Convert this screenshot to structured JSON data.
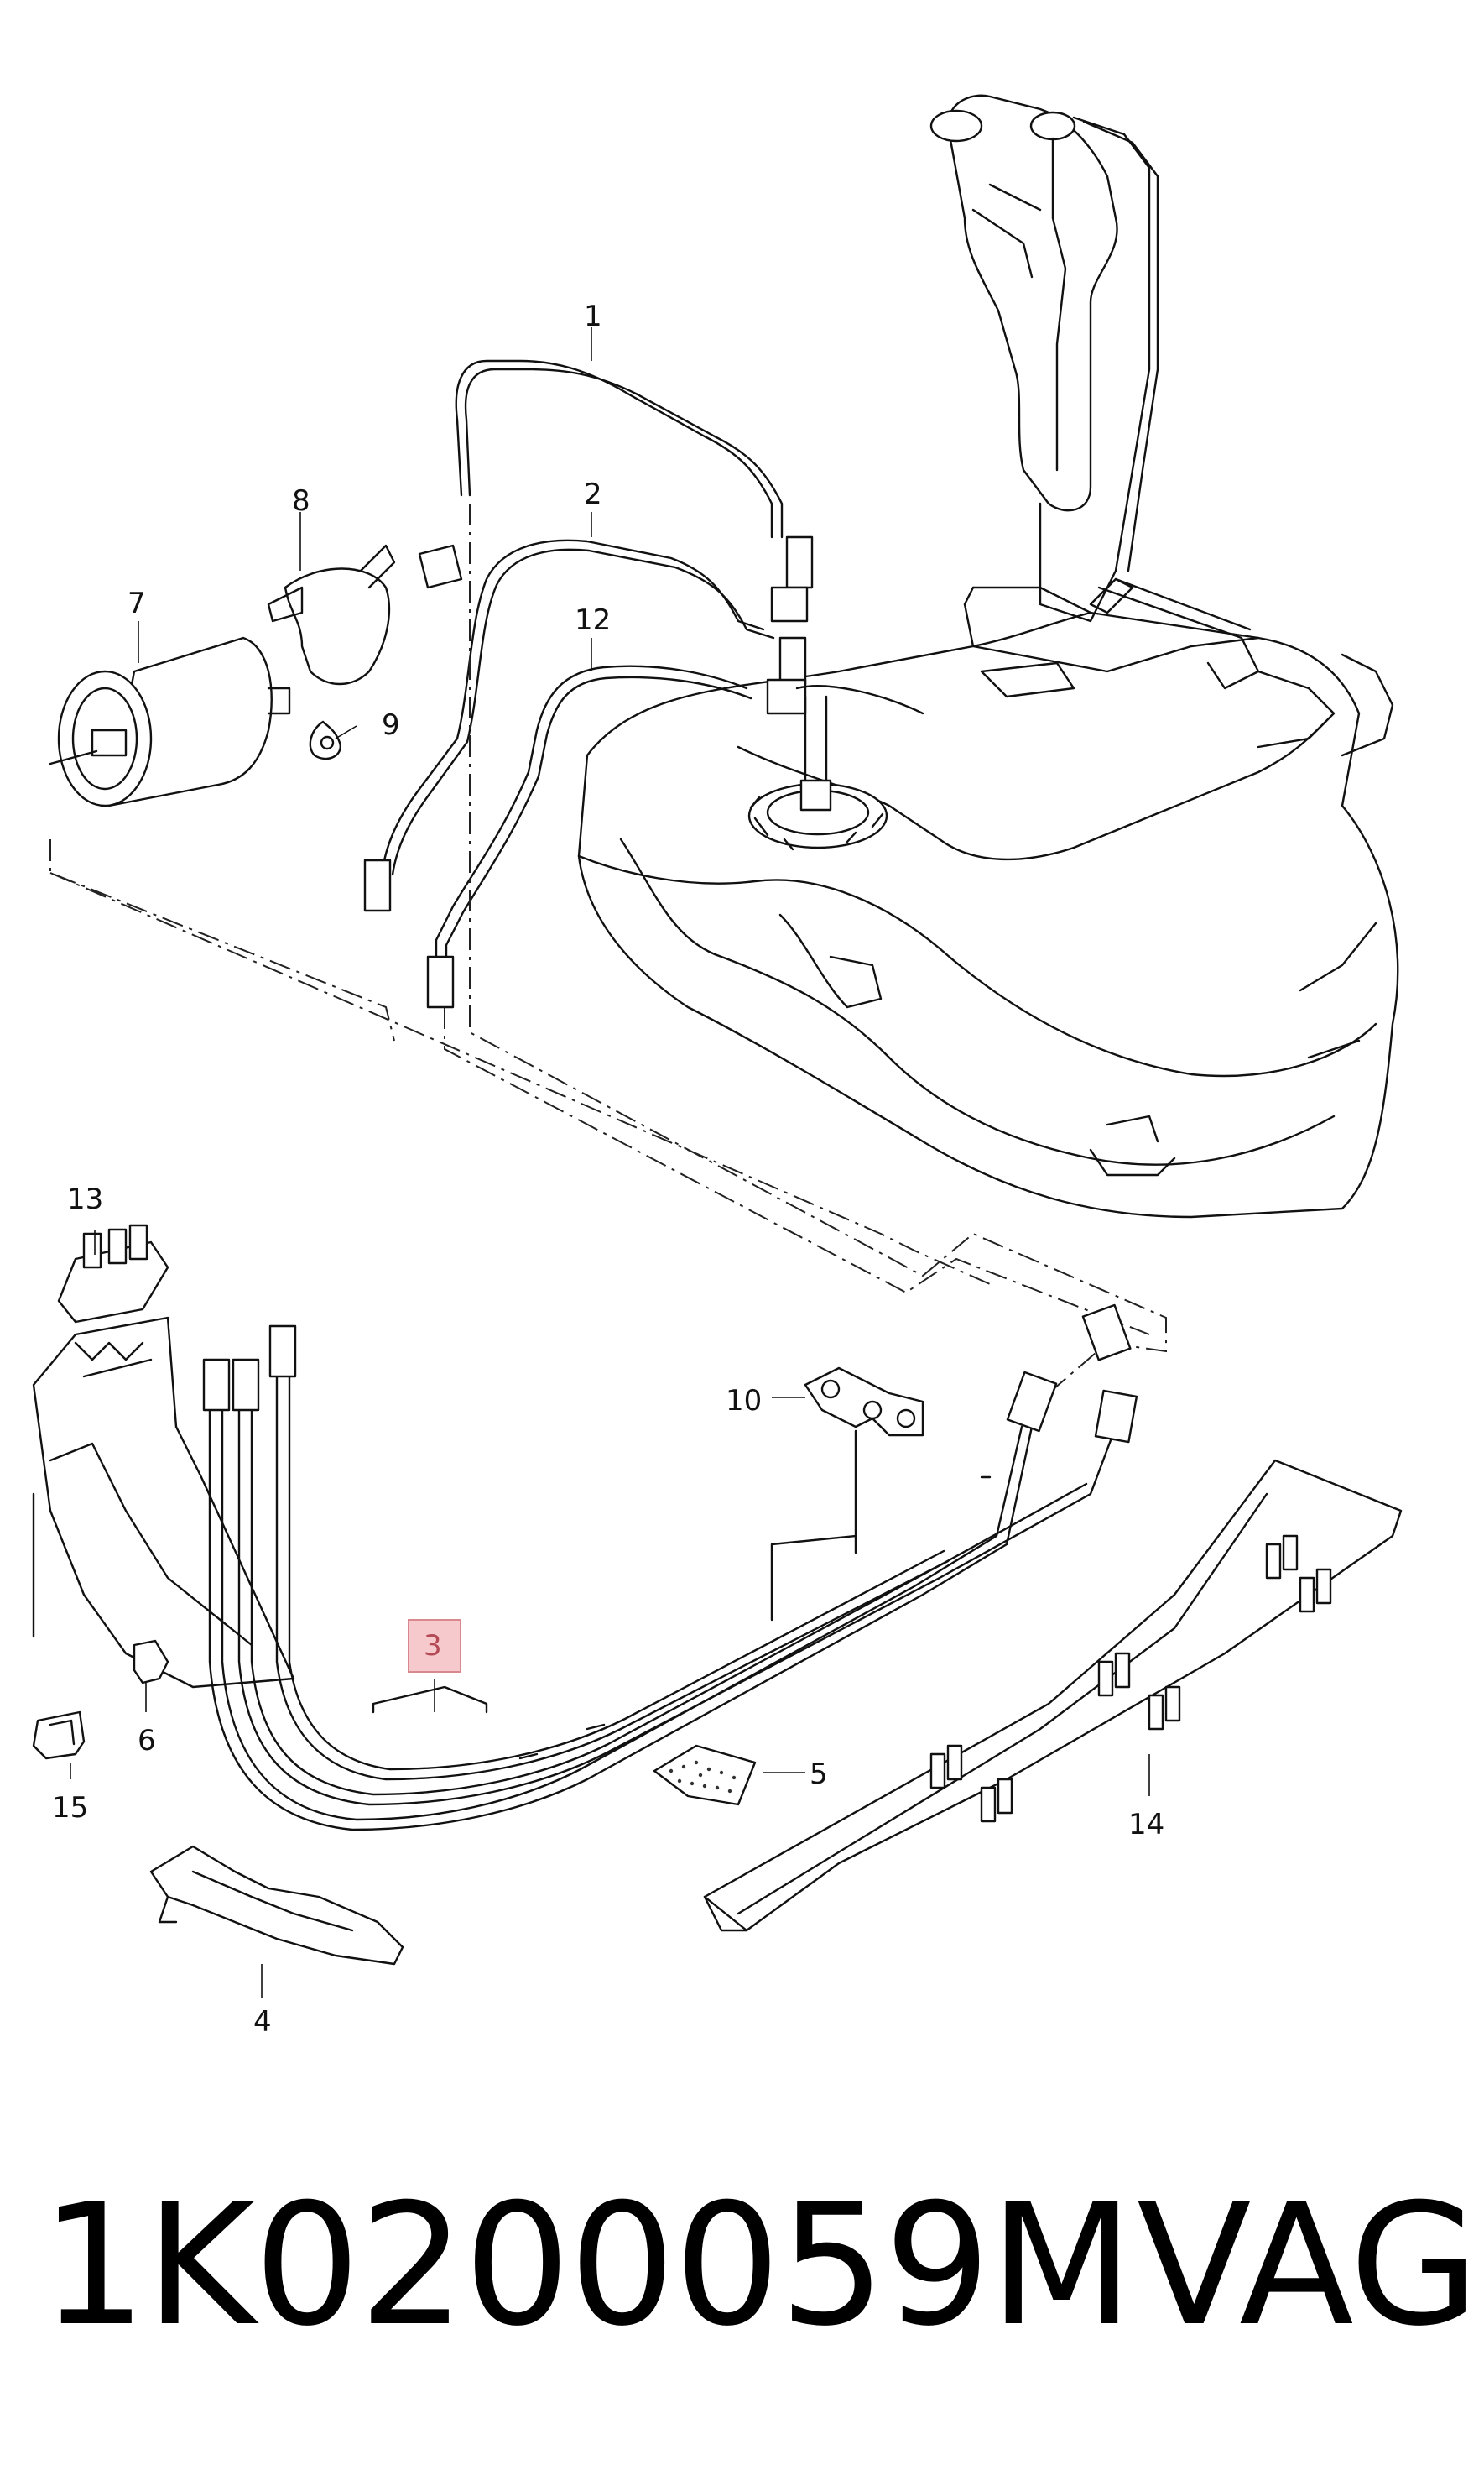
{
  "caption": {
    "part_number": "1K0200059M",
    "brand": "VAG"
  },
  "callouts": {
    "c1": "1",
    "c2": "2",
    "c3": "3",
    "c4": "4",
    "c5": "5",
    "c6": "6",
    "c7": "7",
    "c8": "8",
    "c9": "9",
    "c10": "10",
    "c12": "12",
    "c13": "13",
    "c14": "14",
    "c15": "15"
  },
  "highlight": {
    "callout": "3",
    "color": "#f6c9cc",
    "border": "#d9888f"
  }
}
